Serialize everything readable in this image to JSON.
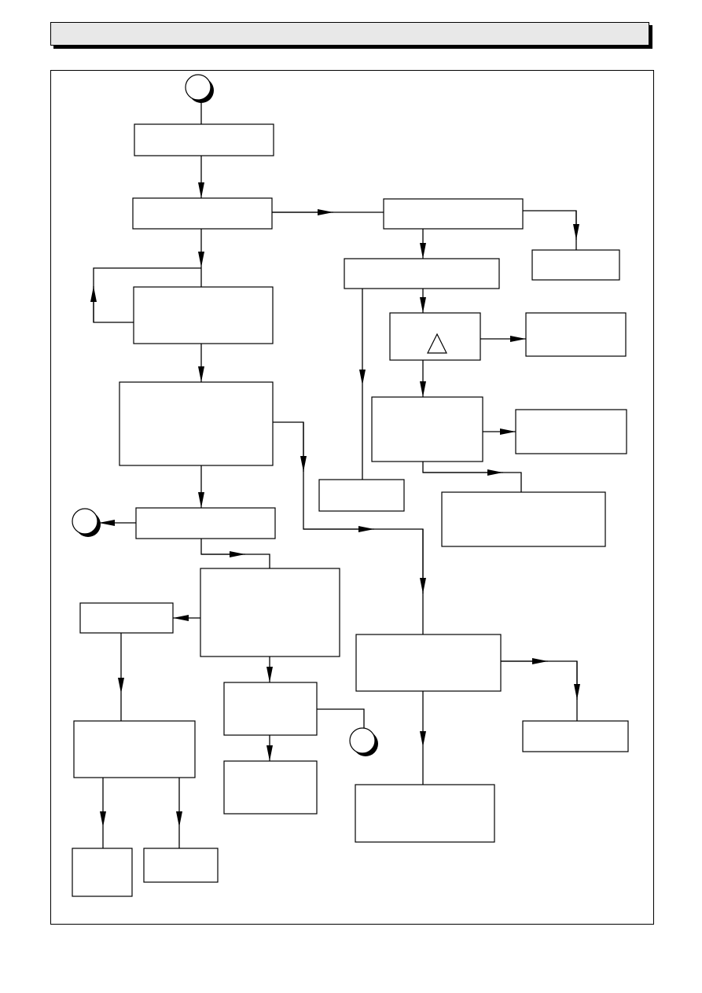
{
  "header": {
    "title": ""
  },
  "connectors": [
    {
      "id": "start",
      "label": ""
    },
    {
      "id": "exit-left",
      "label": ""
    },
    {
      "id": "exit-bottom",
      "label": ""
    }
  ],
  "boxes": [
    {
      "id": "b1",
      "label": ""
    },
    {
      "id": "b2",
      "label": ""
    },
    {
      "id": "b3",
      "label": ""
    },
    {
      "id": "b4",
      "label": ""
    },
    {
      "id": "b5",
      "label": ""
    },
    {
      "id": "b6",
      "label": ""
    },
    {
      "id": "b7",
      "label": ""
    },
    {
      "id": "b8",
      "label": ""
    },
    {
      "id": "b9",
      "label": ""
    },
    {
      "id": "b10",
      "label": ""
    },
    {
      "id": "b11",
      "label": ""
    },
    {
      "id": "b12",
      "label": ""
    },
    {
      "id": "b13",
      "label": ""
    },
    {
      "id": "b14",
      "label": ""
    },
    {
      "id": "b15",
      "label": ""
    },
    {
      "id": "b16",
      "label": ""
    },
    {
      "id": "b17",
      "label": ""
    },
    {
      "id": "b18",
      "label": ""
    },
    {
      "id": "b19",
      "label": ""
    },
    {
      "id": "b20",
      "label": ""
    },
    {
      "id": "b21",
      "label": ""
    },
    {
      "id": "b22",
      "label": ""
    },
    {
      "id": "b23",
      "label": ""
    },
    {
      "id": "b24",
      "label": ""
    },
    {
      "id": "b25",
      "label": ""
    },
    {
      "id": "b26",
      "label": ""
    }
  ],
  "warning_symbol": {
    "icon": "warning-triangle-icon"
  }
}
